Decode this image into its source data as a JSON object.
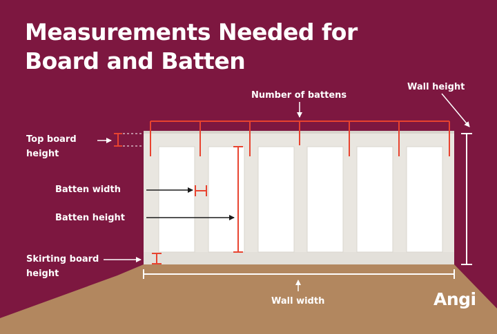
{
  "title": {
    "line1": "Measurements Needed for",
    "line2": "Board and Batten"
  },
  "labels": {
    "number_of_battens": "Number of battens",
    "wall_height": "Wall height",
    "top_board_height_line1": "Top board",
    "top_board_height_line2": "height",
    "batten_width": "Batten width",
    "batten_height": "Batten height",
    "skirting_board_height_line1": "Skirting board",
    "skirting_board_height_line2": "height",
    "wall_width": "Wall width"
  },
  "brand": "Angi",
  "colors": {
    "background": "#7d1740",
    "floor": "#b2875f",
    "wall_frame": "#e9e6e0",
    "panel": "#ffffff",
    "measure_red": "#e8432f",
    "measure_white": "#ffffff",
    "arrow_dark": "#1a1a1a"
  }
}
